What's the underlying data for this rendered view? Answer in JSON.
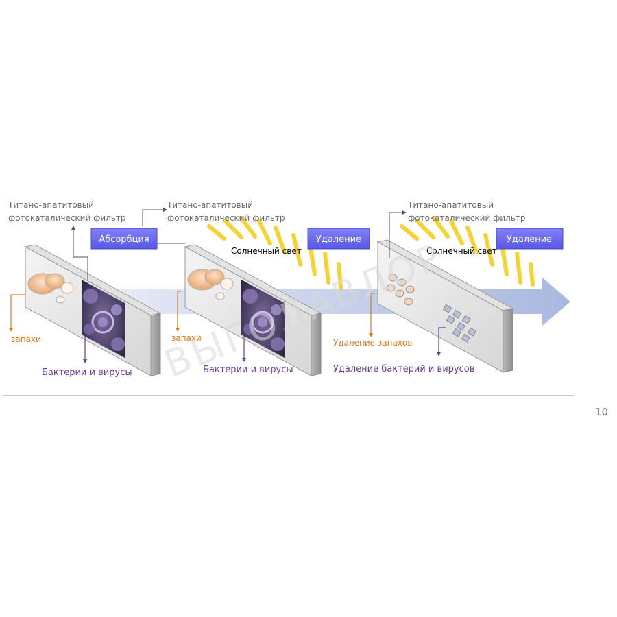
{
  "diagram": {
    "filter_label_line1": "Титано-апатитовый",
    "filter_label_line2": "фотокаталический фильтр",
    "absorption_label": "Абсорбция",
    "removal_label": "Удаление",
    "sunlight_label": "Солнечный свет",
    "odors_label": "запахи",
    "bacteria_label": "Бактерии и вирусы",
    "odor_removal_label": "Удаление запахов",
    "bacteria_removal_label": "Удаление бактерий и вирусов",
    "watermark": "ВЫГОДАВЛОР"
  },
  "footer": {
    "page_number": "10"
  },
  "colors": {
    "box_fill": "#6b6bf0",
    "box_border": "#4a4acc",
    "orange": "#e07a10",
    "purple": "#6a3d9a",
    "arrow": "#cfd8ee",
    "sun": "#f6cf1e"
  }
}
